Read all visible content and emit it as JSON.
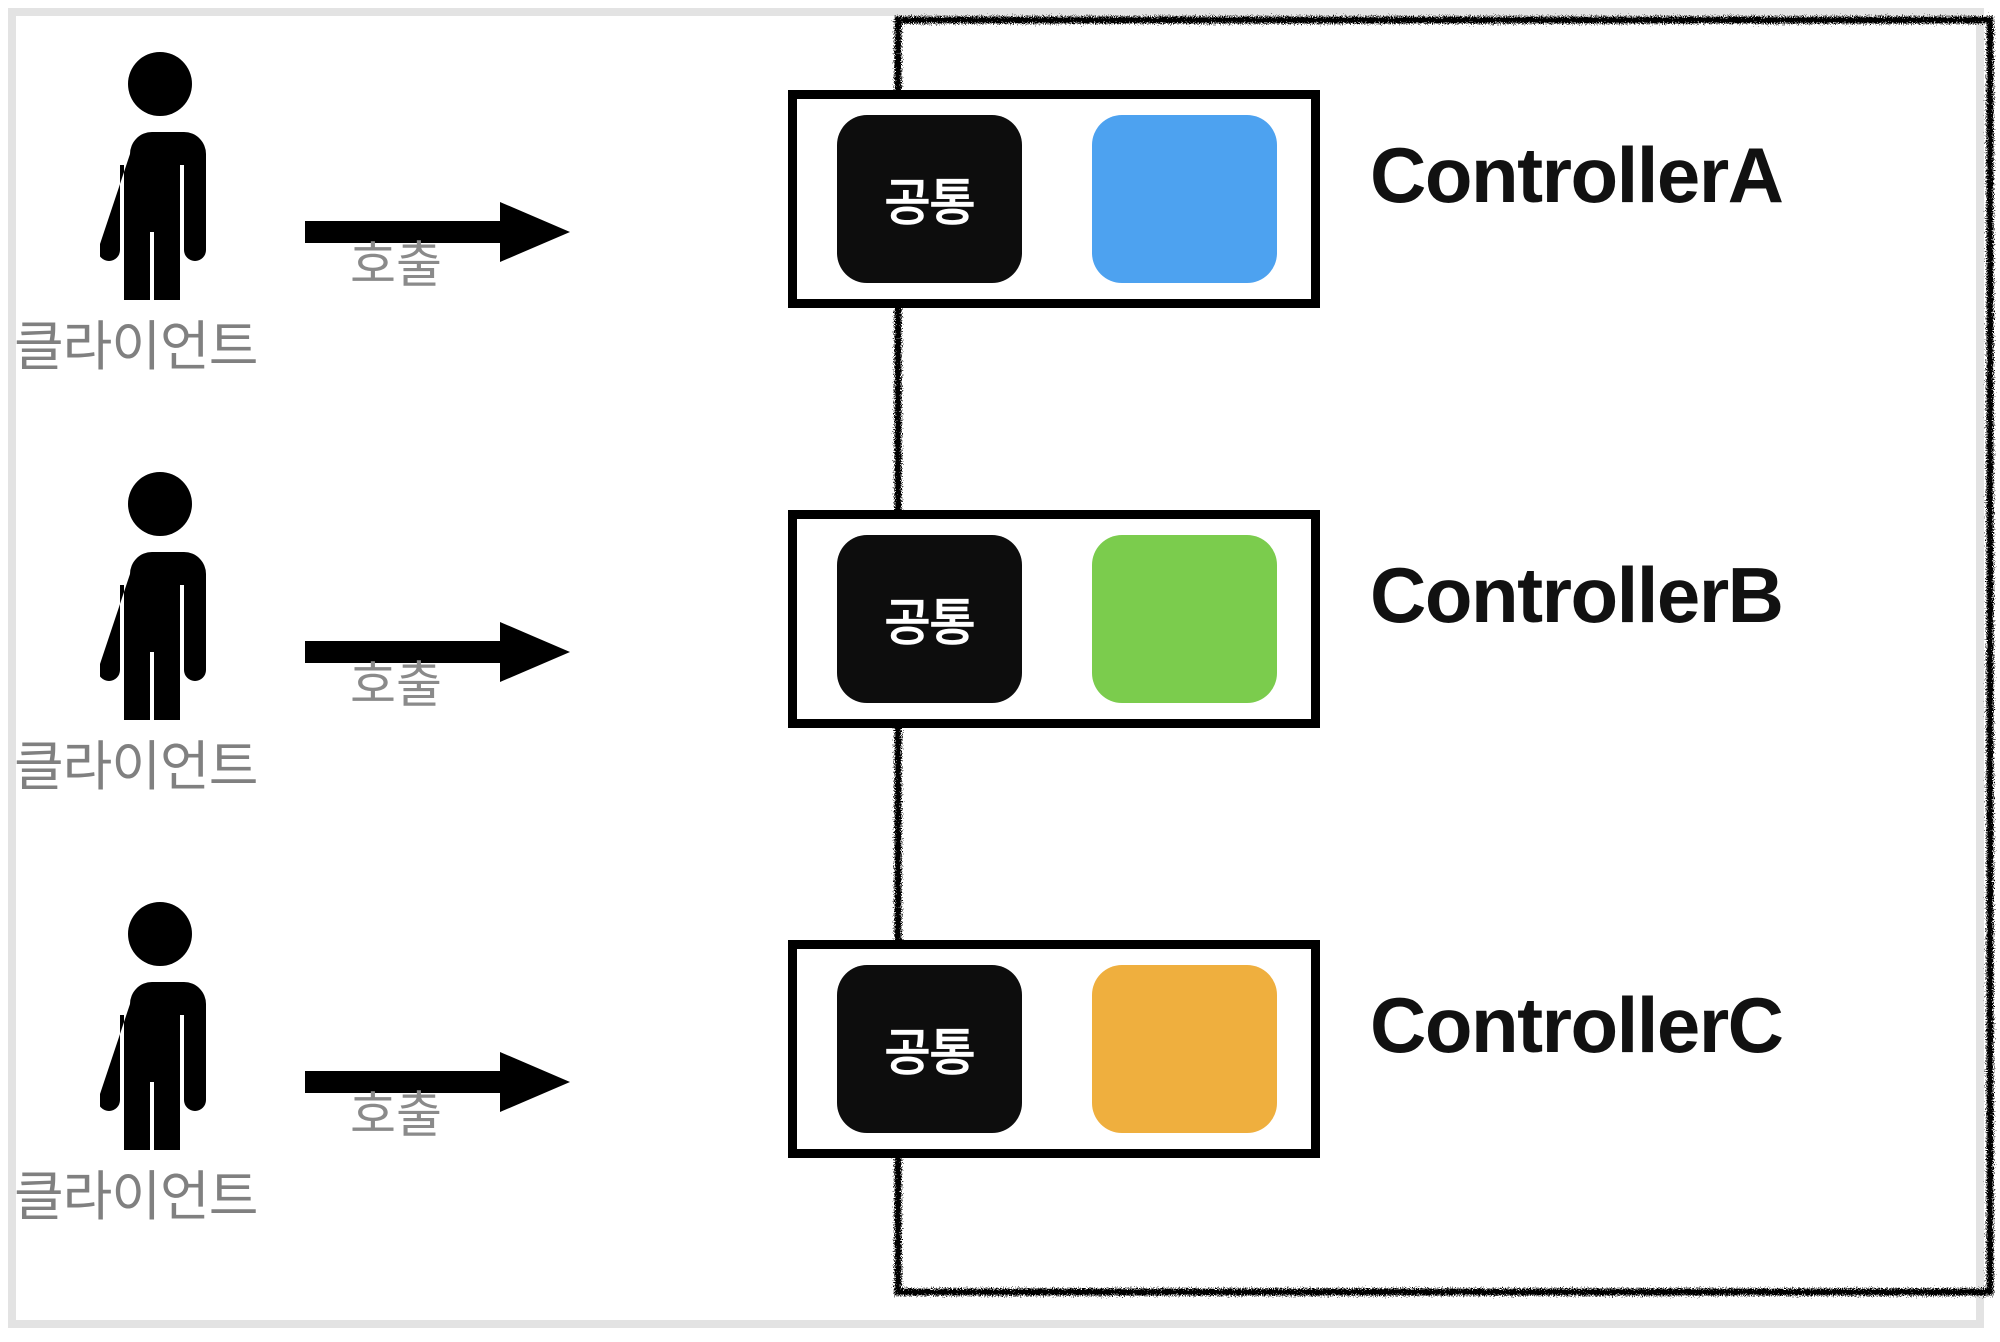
{
  "diagram": {
    "title": "Controller common-module diagram",
    "boundary": {
      "style": "hand-drawn-rough-rectangle",
      "color": "#000000"
    },
    "outer_frame_color": "#e3e3e3",
    "client_label": "클라이언트",
    "call_label": "호출",
    "common_chip_label": "공통",
    "rows": [
      {
        "client_label": "클라이언트",
        "call_label": "호출",
        "common_chip_label": "공통",
        "controller_name": "ControllerA",
        "accent_color": "#4DA2F0"
      },
      {
        "client_label": "클라이언트",
        "call_label": "호출",
        "common_chip_label": "공통",
        "controller_name": "ControllerB",
        "accent_color": "#7BCC4D"
      },
      {
        "client_label": "클라이언트",
        "call_label": "호출",
        "common_chip_label": "공통",
        "controller_name": "ControllerC",
        "accent_color": "#EFAF3E"
      }
    ]
  }
}
